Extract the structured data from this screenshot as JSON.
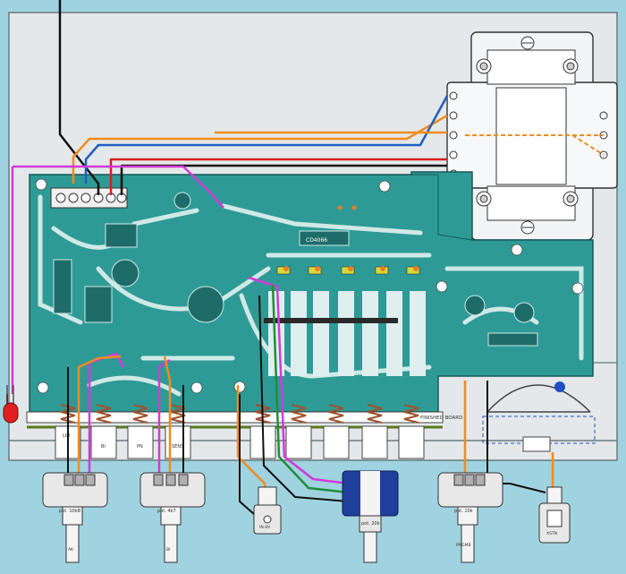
{
  "colors": {
    "background": "#9fd3df",
    "chassis": "#e4e8ea",
    "pcb": "#2e9a96",
    "trace": "#cfe9e6",
    "wire_black": "#111111",
    "wire_orange": "#f08c1e",
    "wire_blue": "#1e5fbf",
    "wire_red": "#d81e1e",
    "wire_magenta": "#d23ad8",
    "wire_green": "#1f8f3a",
    "led": "#e02020"
  },
  "board": {
    "label": "FINISHED BOARD"
  },
  "controls": [
    {
      "panel_label": "LIN",
      "pot_label": "pot. 10kB",
      "shaft_label": "AK"
    },
    {
      "panel_label": "BI",
      "pot_label": "pot. 4k7",
      "shaft_label": "BI"
    },
    {
      "panel_label": "PN",
      "pot_label": "",
      "shaft_label": ""
    },
    {
      "panel_label": "SENS",
      "pot_label": "",
      "shaft_label": ""
    },
    {
      "panel_label": "",
      "pot_label": "pot. 20k",
      "shaft_label": ""
    },
    {
      "panel_label": "",
      "pot_label": "pot. 10k",
      "shaft_label": "PP.GMB"
    }
  ],
  "sockets": [
    {
      "label": "IN 8V"
    },
    {
      "label": "XSTN"
    }
  ],
  "ic": {
    "label": "CD4066"
  },
  "transformer": {
    "icon": "transformer-icon"
  },
  "led": {
    "icon": "led-icon"
  }
}
